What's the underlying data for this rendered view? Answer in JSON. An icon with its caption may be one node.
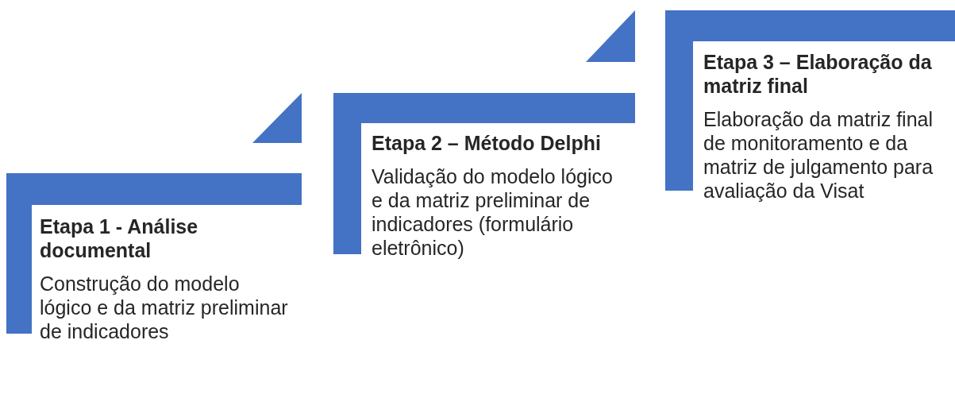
{
  "diagram": {
    "nodes": [
      {
        "text": [
          "Etapa 1 - Análise documental",
          "Construção do modelo lógico e da matriz preliminar de indicadores"
        ]
      },
      {
        "text": [
          "Etapa 2 – Método Delphi",
          "Validação do modelo lógico e da matriz preliminar de indicadores (formulário eletrônico)"
        ]
      },
      {
        "text": [
          "Etapa 3 – Elaboração da matriz final",
          "Elaboração da matriz final de monitoramento e da matriz de julgamento para avaliação da Visat"
        ]
      }
    ]
  }
}
